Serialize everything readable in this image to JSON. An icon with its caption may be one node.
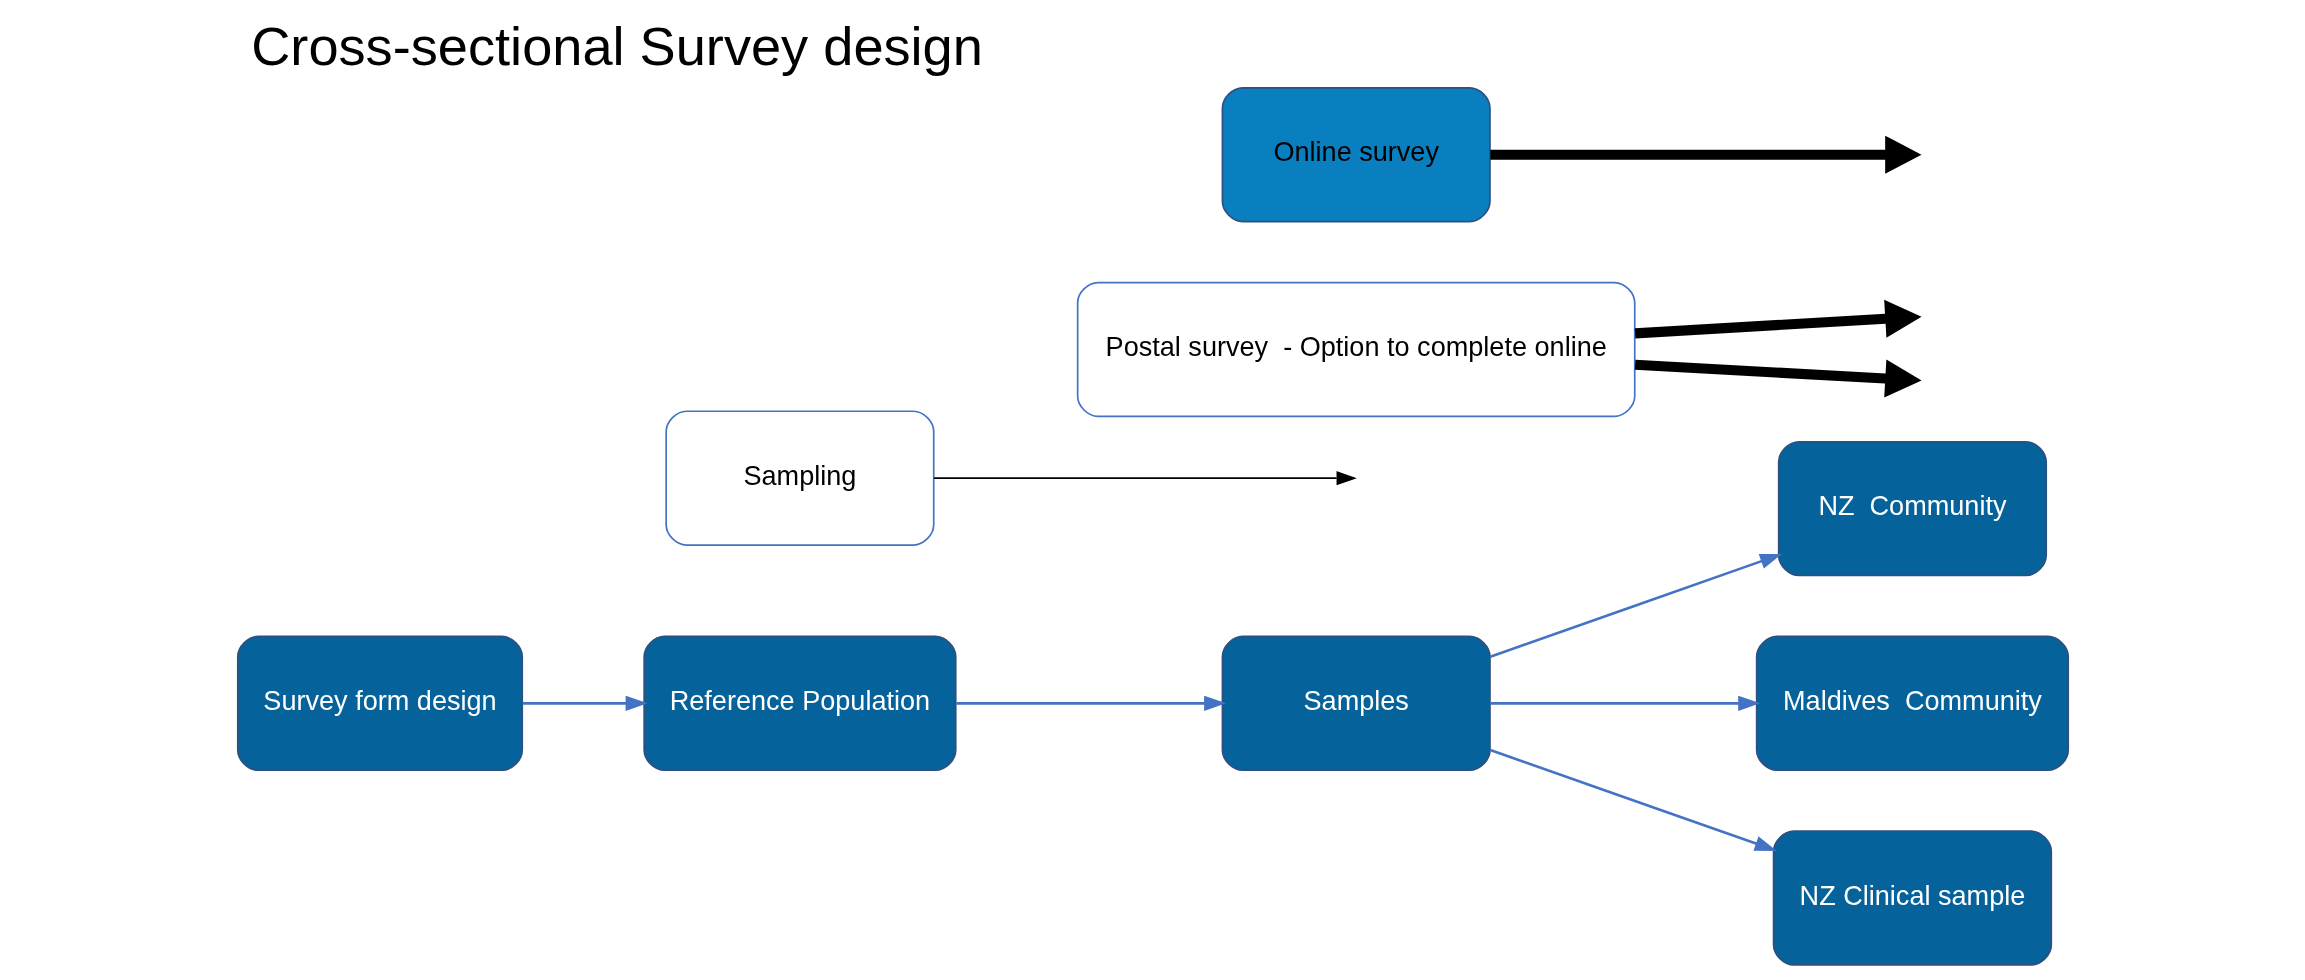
{
  "diagram": {
    "title": "Cross-sectional Survey design",
    "nodes": [
      {
        "text": [
          "Survey form design"
        ]
      },
      {
        "text": [
          "Reference Population"
        ]
      },
      {
        "text": [
          "Sampling"
        ]
      },
      {
        "text": [
          "Samples"
        ]
      },
      {
        "text": [
          "Postal survey  - Option to complete online"
        ]
      },
      {
        "text": [
          "NZ  Community"
        ]
      },
      {
        "text": [
          "Maldives  Community"
        ]
      },
      {
        "text": [
          "NZ Clinical sample"
        ]
      },
      {
        "text": [
          "Online survey"
        ]
      }
    ],
    "edges": [
      {
        "from": 0,
        "to": 1,
        "arrow": "to"
      },
      {
        "from": 1,
        "to": 3,
        "arrow": "to"
      },
      {
        "from": 2,
        "to": null,
        "arrow": "to",
        "color": "#000000"
      },
      {
        "from": 3,
        "to": 5,
        "arrow": "to"
      },
      {
        "from": 3,
        "to": 6,
        "arrow": "to"
      },
      {
        "from": 3,
        "to": 7,
        "arrow": "to"
      },
      {
        "from": 4,
        "to": null,
        "arrow": "to",
        "style": "thick",
        "color": "#000000"
      },
      {
        "from": 4,
        "to": null,
        "arrow": "to",
        "style": "thick",
        "color": "#000000"
      },
      {
        "from": 8,
        "to": null,
        "arrow": "to",
        "style": "thick",
        "color": "#000000"
      }
    ]
  }
}
